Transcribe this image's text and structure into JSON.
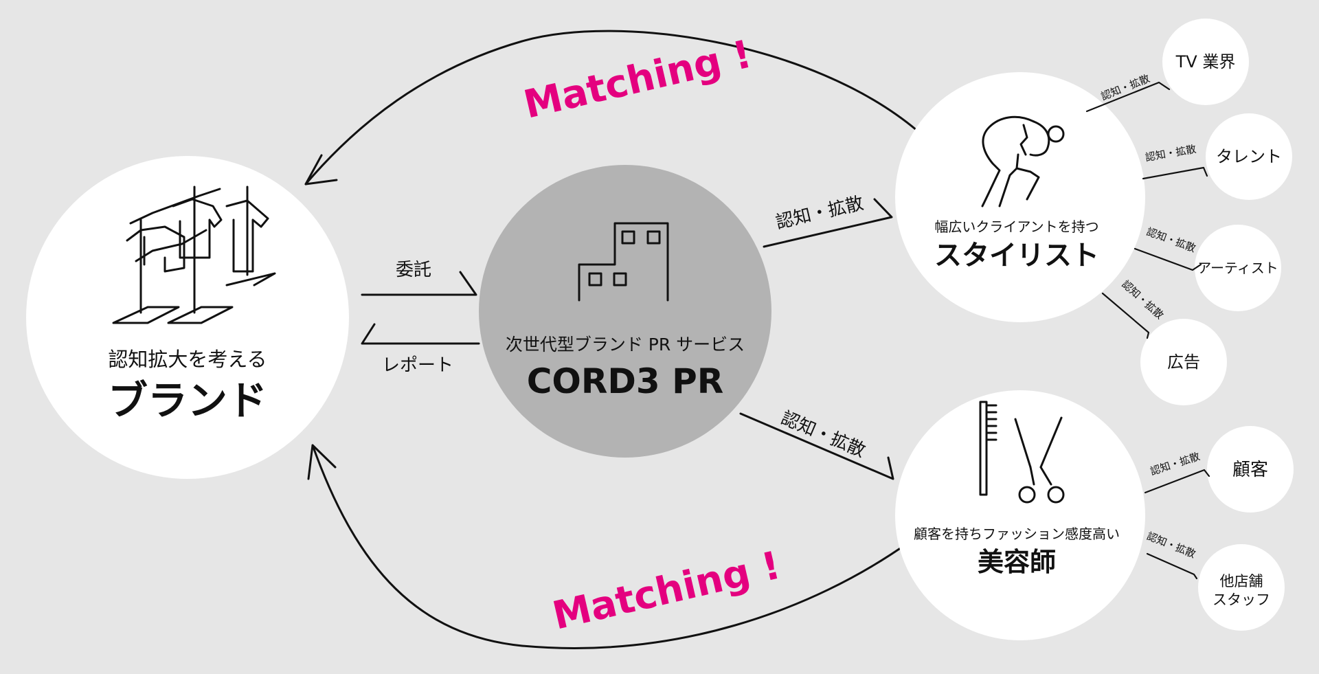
{
  "colors": {
    "background": "#e6e6e6",
    "circle": "#ffffff",
    "center_circle": "#b3b3b3",
    "accent_matching": "#e4007f",
    "line": "#111111"
  },
  "brand": {
    "subtitle": "認知拡大を考える",
    "title": "ブランド",
    "icon": "clothes-rack-icon"
  },
  "center": {
    "subtitle": "次世代型ブランド PR サービス",
    "title": "CORD3 PR",
    "icon": "building-icon"
  },
  "stylist": {
    "subtitle": "幅広いクライアントを持つ",
    "title": "スタイリスト",
    "icon": "woman-profile-icon"
  },
  "beautician": {
    "subtitle": "顧客を持ちファッション感度高い",
    "title": "美容師",
    "icon": "comb-scissors-icon"
  },
  "flows": {
    "commission": "委託",
    "report": "レポート",
    "spread_to_stylist": "認知・拡散",
    "spread_to_beautician": "認知・拡散"
  },
  "matching": {
    "top": "Matching !",
    "bottom": "Matching !"
  },
  "stylist_targets": [
    {
      "label": "TV 業界",
      "edge": "認知・拡散"
    },
    {
      "label": "タレント",
      "edge": "認知・拡散"
    },
    {
      "label": "アーティスト",
      "edge": "認知・拡散"
    },
    {
      "label": "広告",
      "edge": "認知・拡散"
    }
  ],
  "beautician_targets": [
    {
      "label": "顧客",
      "edge": "認知・拡散"
    },
    {
      "label_line1": "他店舗",
      "label_line2": "スタッフ",
      "edge": "認知・拡散"
    }
  ]
}
